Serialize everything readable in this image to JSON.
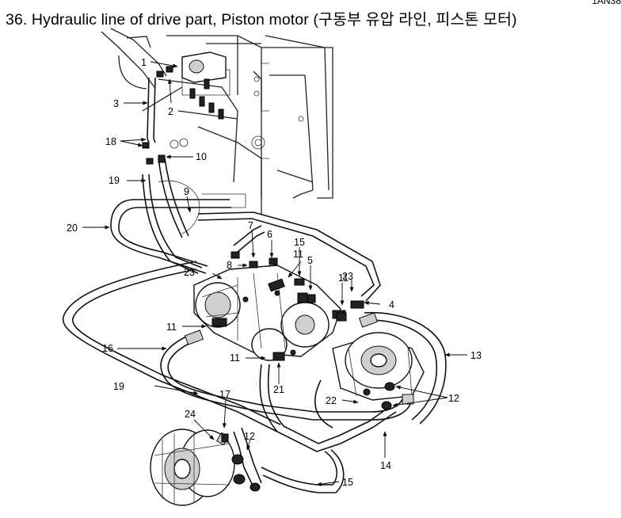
{
  "title": "36. Hydraulic line of drive part, Piston motor (구동부 유압 라인, 피스톤 모터)",
  "corner_code": "1AN38",
  "callouts": [
    "1",
    "2",
    "3",
    "4",
    "5",
    "6",
    "7",
    "8",
    "9",
    "10",
    "11",
    "11",
    "11",
    "11",
    "11",
    "12",
    "12",
    "12",
    "13",
    "14",
    "15",
    "15",
    "16",
    "17",
    "18",
    "19",
    "19",
    "20",
    "21",
    "22",
    "23",
    "23",
    "24"
  ]
}
